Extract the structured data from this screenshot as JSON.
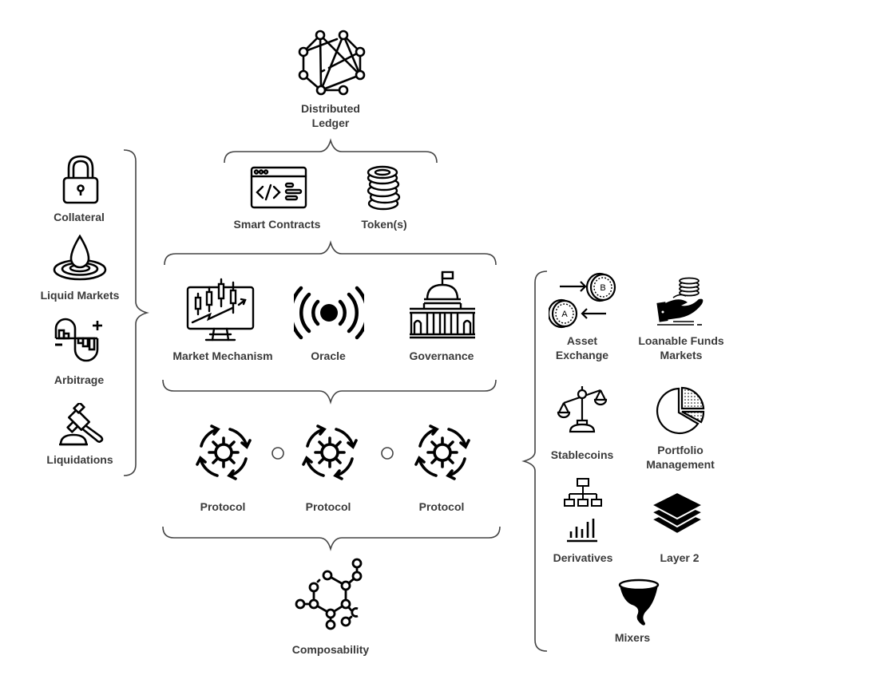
{
  "diagram": {
    "title": "DeFi Architecture Overview",
    "top": {
      "label": "Distributed Ledger",
      "label_lines": [
        "Distributed",
        "Ledger"
      ],
      "icon": "network-graph-icon"
    },
    "layer1": [
      {
        "label": "Smart Contracts",
        "icon": "code-window-icon"
      },
      {
        "label": "Token(s)",
        "icon": "coin-stack-icon"
      }
    ],
    "layer2": [
      {
        "label": "Market Mechanism",
        "icon": "candlestick-monitor-icon"
      },
      {
        "label": "Oracle",
        "icon": "broadcast-signal-icon"
      },
      {
        "label": "Governance",
        "icon": "capitol-building-icon"
      }
    ],
    "protocols": [
      {
        "label": "Protocol",
        "icon": "gear-cycle-icon"
      },
      {
        "label": "Protocol",
        "icon": "gear-cycle-icon"
      },
      {
        "label": "Protocol",
        "icon": "gear-cycle-icon"
      }
    ],
    "bottom": {
      "label": "Composability",
      "icon": "molecule-icon"
    },
    "left": [
      {
        "label": "Collateral",
        "icon": "padlock-icon"
      },
      {
        "label": "Liquid Markets",
        "icon": "water-drop-icon"
      },
      {
        "label": "Arbitrage",
        "icon": "arbitrage-icon"
      },
      {
        "label": "Liquidations",
        "icon": "gavel-icon"
      }
    ],
    "right": [
      {
        "label": "Asset Exchange",
        "label_lines": [
          "Asset",
          "Exchange"
        ],
        "icon": "coin-swap-icon",
        "coin_a": "A",
        "coin_b": "B"
      },
      {
        "label": "Loanable Funds Markets",
        "label_lines": [
          "Loanable Funds",
          "Markets"
        ],
        "icon": "hand-coins-icon"
      },
      {
        "label": "Stablecoins",
        "icon": "balance-scale-icon"
      },
      {
        "label": "Portfolio Management",
        "label_lines": [
          "Portfolio",
          "Management"
        ],
        "icon": "pie-chart-icon"
      },
      {
        "label": "Derivatives",
        "icon": "hierarchy-bars-icon"
      },
      {
        "label": "Layer 2",
        "icon": "layers-icon"
      },
      {
        "label": "Mixers",
        "icon": "tornado-icon"
      }
    ],
    "colors": {
      "text": "#3a3a3a",
      "icon": "#000000",
      "brace": "#444444",
      "background": "#ffffff"
    }
  }
}
